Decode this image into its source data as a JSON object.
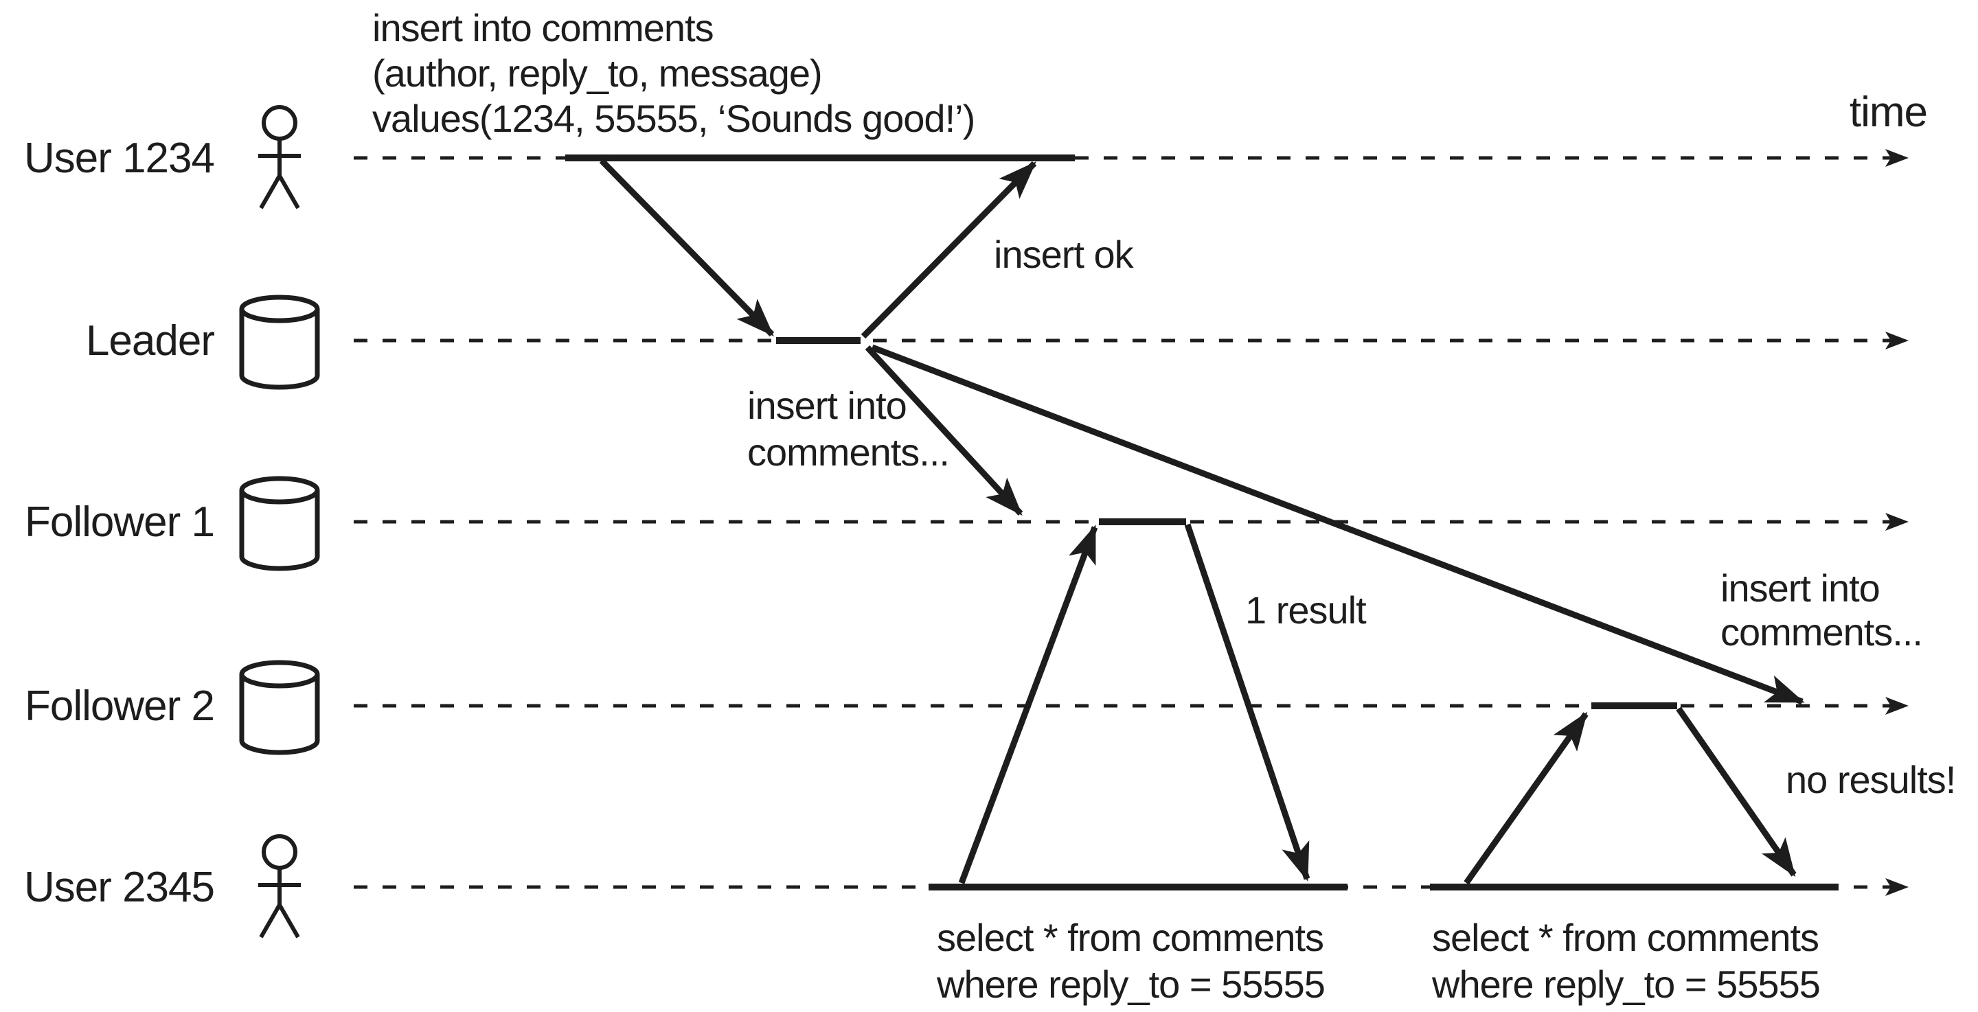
{
  "figure": {
    "description": "Sequence diagram of leader-based replication lag: a write goes to the leader, replicates to follower 1 quickly and to follower 2 late, so a read from follower 2 returns no results",
    "background_color": "#ffffff",
    "ink_color": "#1d1d1d"
  },
  "time_axis": {
    "label": "time"
  },
  "actors": [
    {
      "id": "user-1234",
      "label": "User 1234",
      "icon": "person-icon"
    },
    {
      "id": "leader",
      "label": "Leader",
      "icon": "database-cylinder-icon"
    },
    {
      "id": "follower-1",
      "label": "Follower 1",
      "icon": "database-cylinder-icon"
    },
    {
      "id": "follower-2",
      "label": "Follower 2",
      "icon": "database-cylinder-icon"
    },
    {
      "id": "user-2345",
      "label": "User 2345",
      "icon": "person-icon"
    }
  ],
  "messages": {
    "insert_statement": {
      "lines": [
        "insert into comments",
        "(author, reply_to, message)",
        "values(1234, 55555, ‘Sounds good!’)"
      ]
    },
    "insert_ok": {
      "label": "insert ok"
    },
    "replicate_to_follower1": {
      "lines": [
        "insert into",
        "comments..."
      ]
    },
    "replicate_to_follower2": {
      "lines": [
        "insert into",
        "comments..."
      ]
    },
    "query_follower1": {
      "lines": [
        "select * from comments",
        "where reply_to = 55555"
      ]
    },
    "query_follower1_result": {
      "label": "1 result"
    },
    "query_follower2": {
      "lines": [
        "select * from comments",
        "where reply_to = 55555"
      ]
    },
    "query_follower2_result": {
      "label": "no results!"
    }
  }
}
